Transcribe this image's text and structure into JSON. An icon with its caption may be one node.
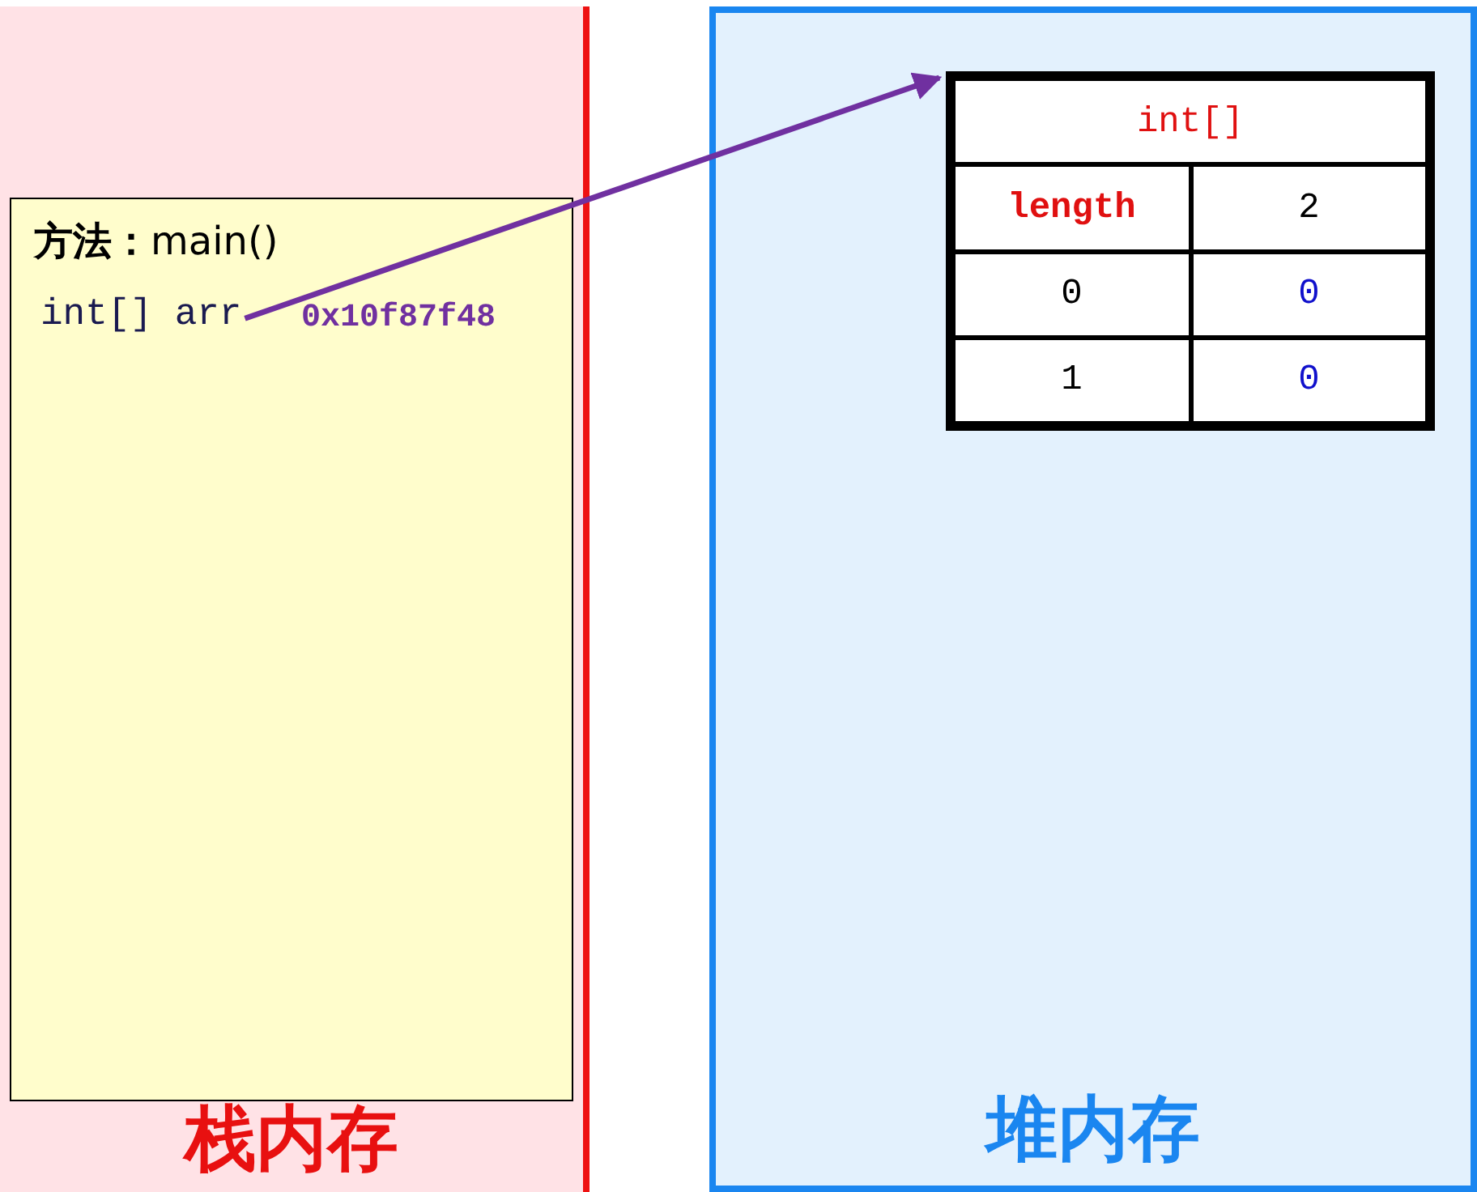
{
  "diagram": {
    "nodes": [
      {
        "text": [
          "栈内存"
        ]
      },
      {
        "text": [
          "**方法：**main()"
        ],
        "in": 0
      },
      {
        "text": [
          "int[] arr"
        ],
        "in": 1,
        "beside": [
          "0x10f87f48"
        ]
      },
      {
        "text": [
          "堆内存"
        ]
      },
      {
        "text": [
          "int[]"
        ],
        "in": 3
      }
    ],
    "edges": [
      {
        "from": 2,
        "to": 4,
        "arrow": "to",
        "color": "#7030a0"
      }
    ],
    "labels": [
      "length",
      "2",
      "0",
      "0",
      "1",
      "0"
    ]
  }
}
